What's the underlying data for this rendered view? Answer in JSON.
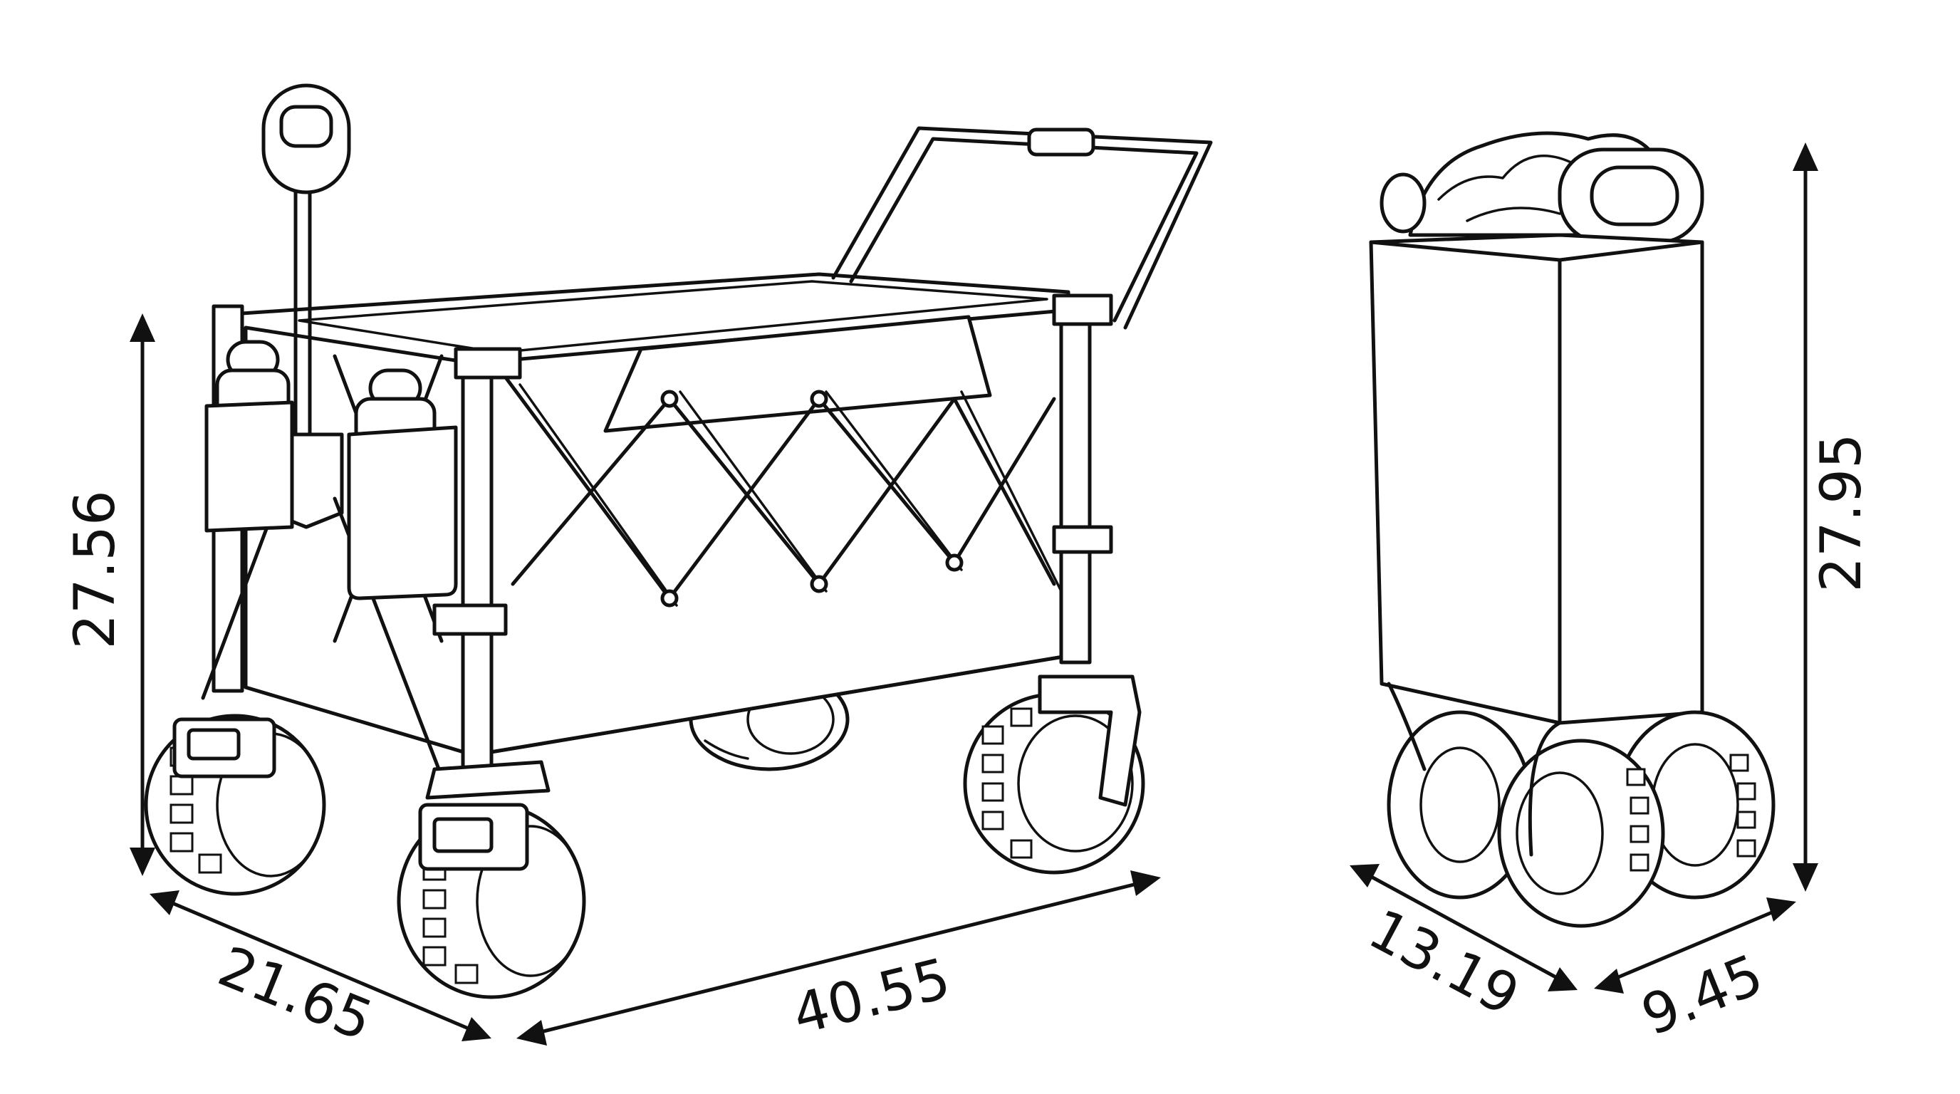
{
  "dimensions": {
    "unfolded": {
      "height": "27.56",
      "width": "21.65",
      "length": "40.55"
    },
    "folded": {
      "height": "27.95",
      "depth": "13.19",
      "width": "9.45"
    }
  },
  "colors": {
    "line": "#111111",
    "background": "#ffffff"
  }
}
